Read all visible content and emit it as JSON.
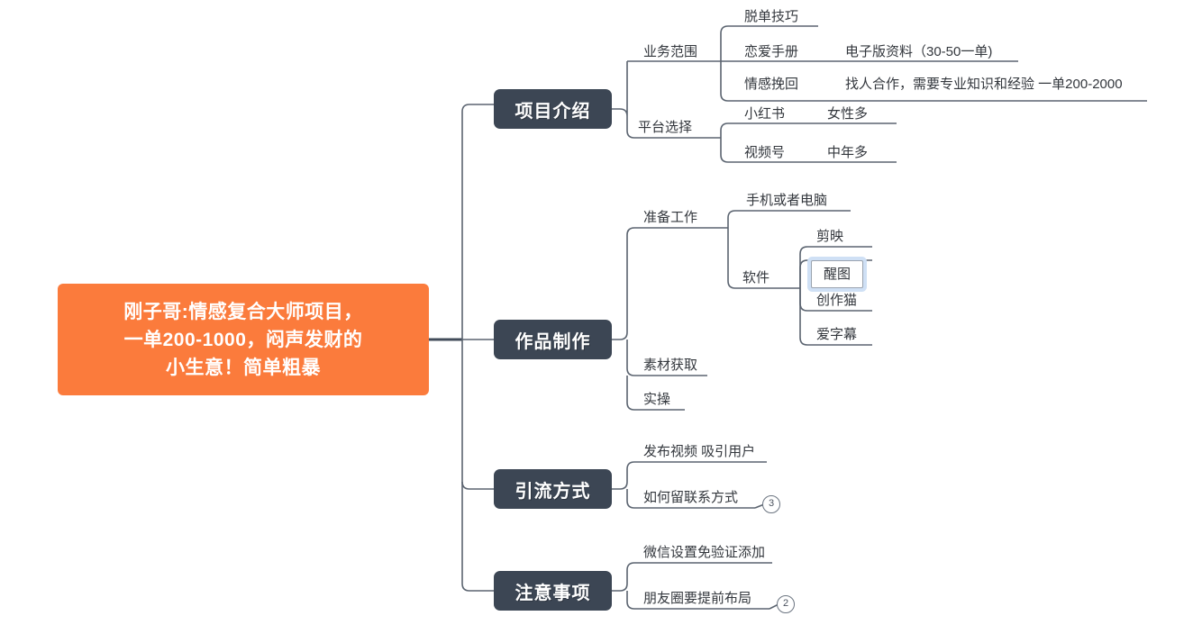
{
  "canvas": {
    "background": "#ffffff",
    "line_color": "#5b6470",
    "text_color": "#33373d",
    "root_color": "#fb7b3c",
    "branch_color": "#3c4654",
    "selection_color": "#cfe0f5"
  },
  "mindmap": {
    "root": {
      "label": "刚子哥:情感复合大师项目，\n一单200-1000，闷声发财的\n小生意！简单粗暴"
    },
    "branches": [
      {
        "label": "项目介绍",
        "children": [
          {
            "label": "业务范围",
            "children": [
              {
                "label": "脱单技巧"
              },
              {
                "label": "恋爱手册",
                "detail": "电子版资料（30-50一单)"
              },
              {
                "label": "情感挽回",
                "detail": "找人合作，需要专业知识和经验 一单200-2000"
              }
            ]
          },
          {
            "label": "平台选择",
            "children": [
              {
                "label": "小红书",
                "detail": "女性多"
              },
              {
                "label": "视频号",
                "detail": "中年多"
              }
            ]
          }
        ]
      },
      {
        "label": "作品制作",
        "children": [
          {
            "label": "准备工作",
            "children": [
              {
                "label": "手机或者电脑"
              },
              {
                "label": "软件",
                "children": [
                  {
                    "label": "剪映"
                  },
                  {
                    "label": "醒图",
                    "selected": true
                  },
                  {
                    "label": "创作猫"
                  },
                  {
                    "label": "爱字幕"
                  }
                ]
              }
            ]
          },
          {
            "label": "素材获取"
          },
          {
            "label": "实操"
          }
        ]
      },
      {
        "label": "引流方式",
        "children": [
          {
            "label": "发布视频 吸引用户"
          },
          {
            "label": "如何留联系方式",
            "badge": "3"
          }
        ]
      },
      {
        "label": "注意事项",
        "children": [
          {
            "label": "微信设置免验证添加"
          },
          {
            "label": "朋友圈要提前布局",
            "badge": "2"
          }
        ]
      }
    ]
  }
}
